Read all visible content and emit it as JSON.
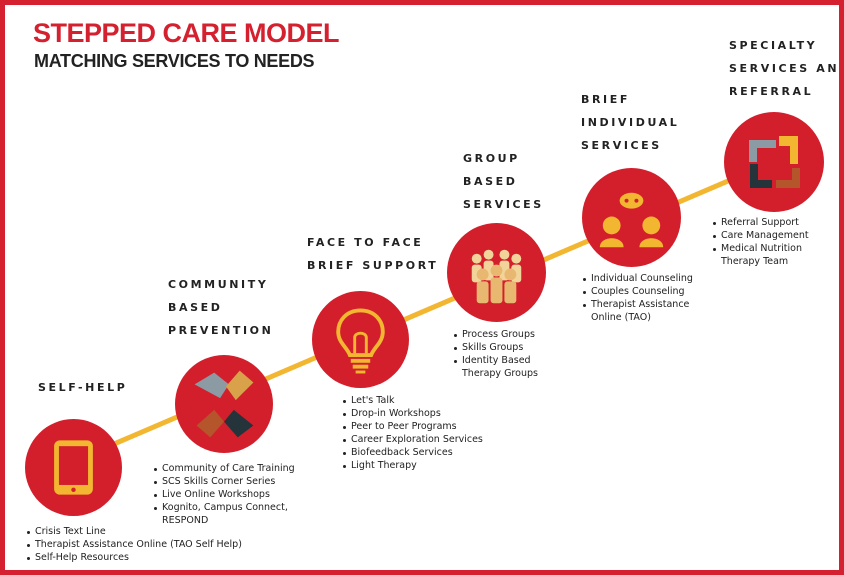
{
  "header": {
    "title": "STEPPED CARE MODEL",
    "subtitle": "MATCHING SERVICES TO NEEDS"
  },
  "colors": {
    "accent": "#d5212f",
    "circle": "#d31f2c",
    "path": "#f2b630",
    "text": "#222222"
  },
  "steps": [
    {
      "title": "SELF-HELP",
      "icon": "tablet-icon",
      "items": [
        "Crisis Text Line",
        "Therapist Assistance Online (TAO Self Help)",
        "Self-Help Resources"
      ]
    },
    {
      "title": "COMMUNITY\nBASED\nPREVENTION",
      "icon": "joined-hands-icon",
      "items": [
        "Community of Care Training",
        "SCS Skills Corner Series",
        "Live Online Workshops",
        "Kognito, Campus Connect,\nRESPOND"
      ]
    },
    {
      "title": "FACE TO FACE\nBRIEF SUPPORT",
      "icon": "lightbulb-icon",
      "items": [
        "Let's Talk",
        "Drop-in Workshops",
        "Peer to Peer Programs",
        "Career Exploration Services",
        "Biofeedback Services",
        "Light Therapy"
      ]
    },
    {
      "title": "GROUP\nBASED\nSERVICES",
      "icon": "group-people-icon",
      "items": [
        "Process Groups",
        "Skills Groups",
        "Identity Based\nTherapy Groups"
      ]
    },
    {
      "title": "BRIEF\nINDIVIDUAL\nSERVICES",
      "icon": "conversation-icon",
      "items": [
        "Individual Counseling",
        "Couples Counseling",
        "Therapist Assistance\nOnline (TAO)"
      ]
    },
    {
      "title": "SPECIALTY\nSERVICES AND\nREFERRAL",
      "icon": "interlocking-arms-icon",
      "items": [
        "Referral Support",
        "Care Management",
        "Medical Nutrition\nTherapy Team"
      ]
    }
  ]
}
